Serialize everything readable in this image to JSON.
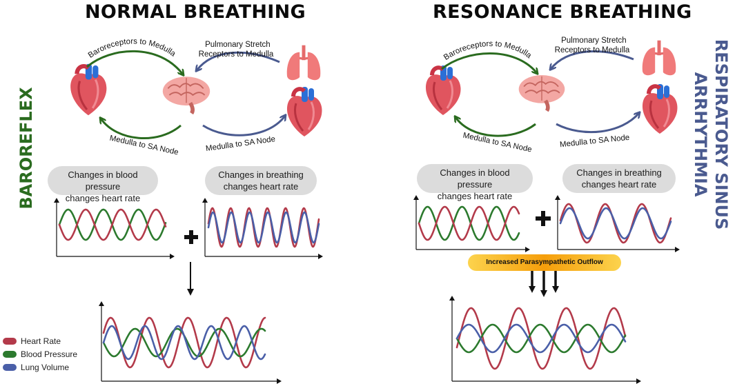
{
  "headings": {
    "normal": "NORMAL BREATHING",
    "resonance": "RESONANCE BREATHING"
  },
  "side_labels": {
    "baroreflex": "BAROREFLEX",
    "rsa_line1": "RESPIRATORY SINUS",
    "rsa_line2": "ARRHYTHMIA"
  },
  "arrow_labels": {
    "baro_to_medulla": "Baroreceptors to Medulla",
    "pulm_line1": "Pulmonary Stretch",
    "pulm_line2": "Receptors to Medulla",
    "medulla_sa_left": "Medulla to SA Node",
    "medulla_sa_right": "Medulla to SA Node"
  },
  "pills": {
    "bp_line1": "Changes in blood pressure",
    "bp_line2": "changes heart rate",
    "br_line1": "Changes in breathing",
    "br_line2": "changes heart rate"
  },
  "outflow": "Increased Parasympathetic Outflow",
  "legend": [
    {
      "label": "Heart Rate",
      "color": "#b33a4a"
    },
    {
      "label": "Blood Pressure",
      "color": "#2c7a2e"
    },
    {
      "label": "Lung Volume",
      "color": "#4a5fa8"
    }
  ],
  "colors": {
    "heart_rate": "#b33a4a",
    "blood_pressure": "#2c7a2e",
    "lung_volume": "#4a5fa8",
    "baroreflex_arrow": "#2a6b1f",
    "rsa_arrow": "#4a5a8f"
  },
  "icons": [
    "heart-icon",
    "brain-icon",
    "lungs-icon",
    "plus-icon",
    "down-arrow-icon"
  ]
}
